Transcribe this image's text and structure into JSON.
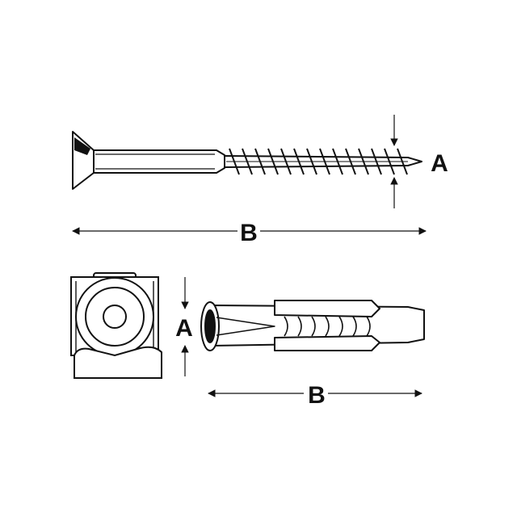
{
  "screw": {
    "diameter_label": "A",
    "length_label": "B"
  },
  "anchor": {
    "diameter_label": "A",
    "length_label": "B"
  },
  "colors": {
    "stroke": "#111111",
    "fill": "#ffffff",
    "fill_shadow": "#e6e6e6"
  }
}
